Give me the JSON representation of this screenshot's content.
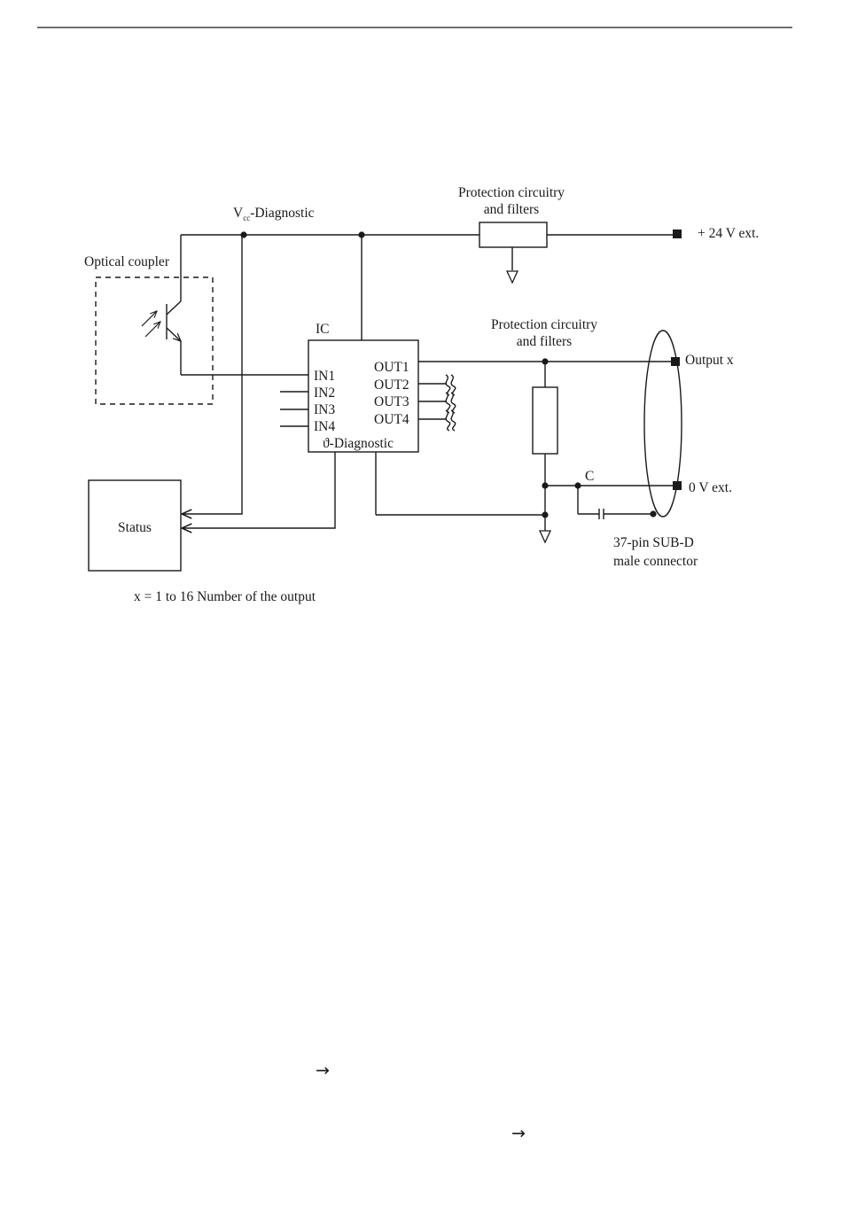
{
  "labels": {
    "vcc_main": "V",
    "vcc_sub": "cc",
    "vcc_rest": "-Diagnostic",
    "protection_top_line1": "Protection circuitry",
    "protection_top_line2": "and filters",
    "plus24": "+ 24 V ext.",
    "optical_coupler": "Optical coupler",
    "ic": "IC",
    "in1": "IN1",
    "in2": "IN2",
    "in3": "IN3",
    "in4": "IN4",
    "out1": "OUT1",
    "out2": "OUT2",
    "out3": "OUT3",
    "out4": "OUT4",
    "theta_diag": "ϑ-Diagnostic",
    "protection_mid_line1": "Protection circuitry",
    "protection_mid_line2": "and filters",
    "output_x": "Output x",
    "c": "C",
    "zero_v": "0 V ext.",
    "connector_line1": "37-pin SUB-D",
    "connector_line2": "male connector",
    "status": "Status",
    "footnote": "x = 1 to 16  Number of the output"
  },
  "glyphs": {
    "arrow1": "→",
    "arrow2": "→"
  }
}
